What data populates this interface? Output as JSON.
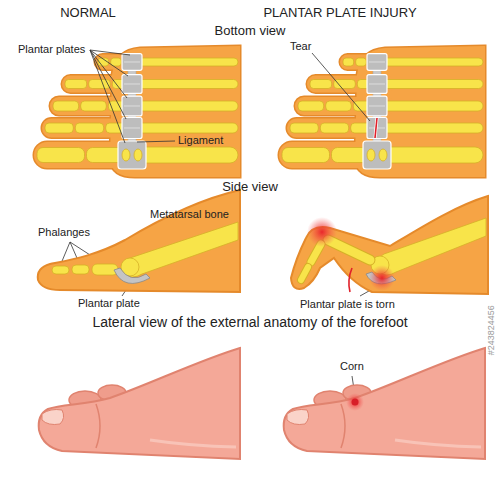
{
  "diagram": {
    "labels": [
      "NORMAL",
      "PLANTAR PLATE INJURY",
      "Bottom view",
      "Plantar plates",
      "Ligament",
      "Tear",
      "Side view",
      "Metatarsal bone",
      "Phalanges",
      "Plantar plate",
      "Plantar plate is torn",
      "Lateral view of the external anatomy of the forefoot",
      "Corn",
      "#243824456"
    ]
  }
}
